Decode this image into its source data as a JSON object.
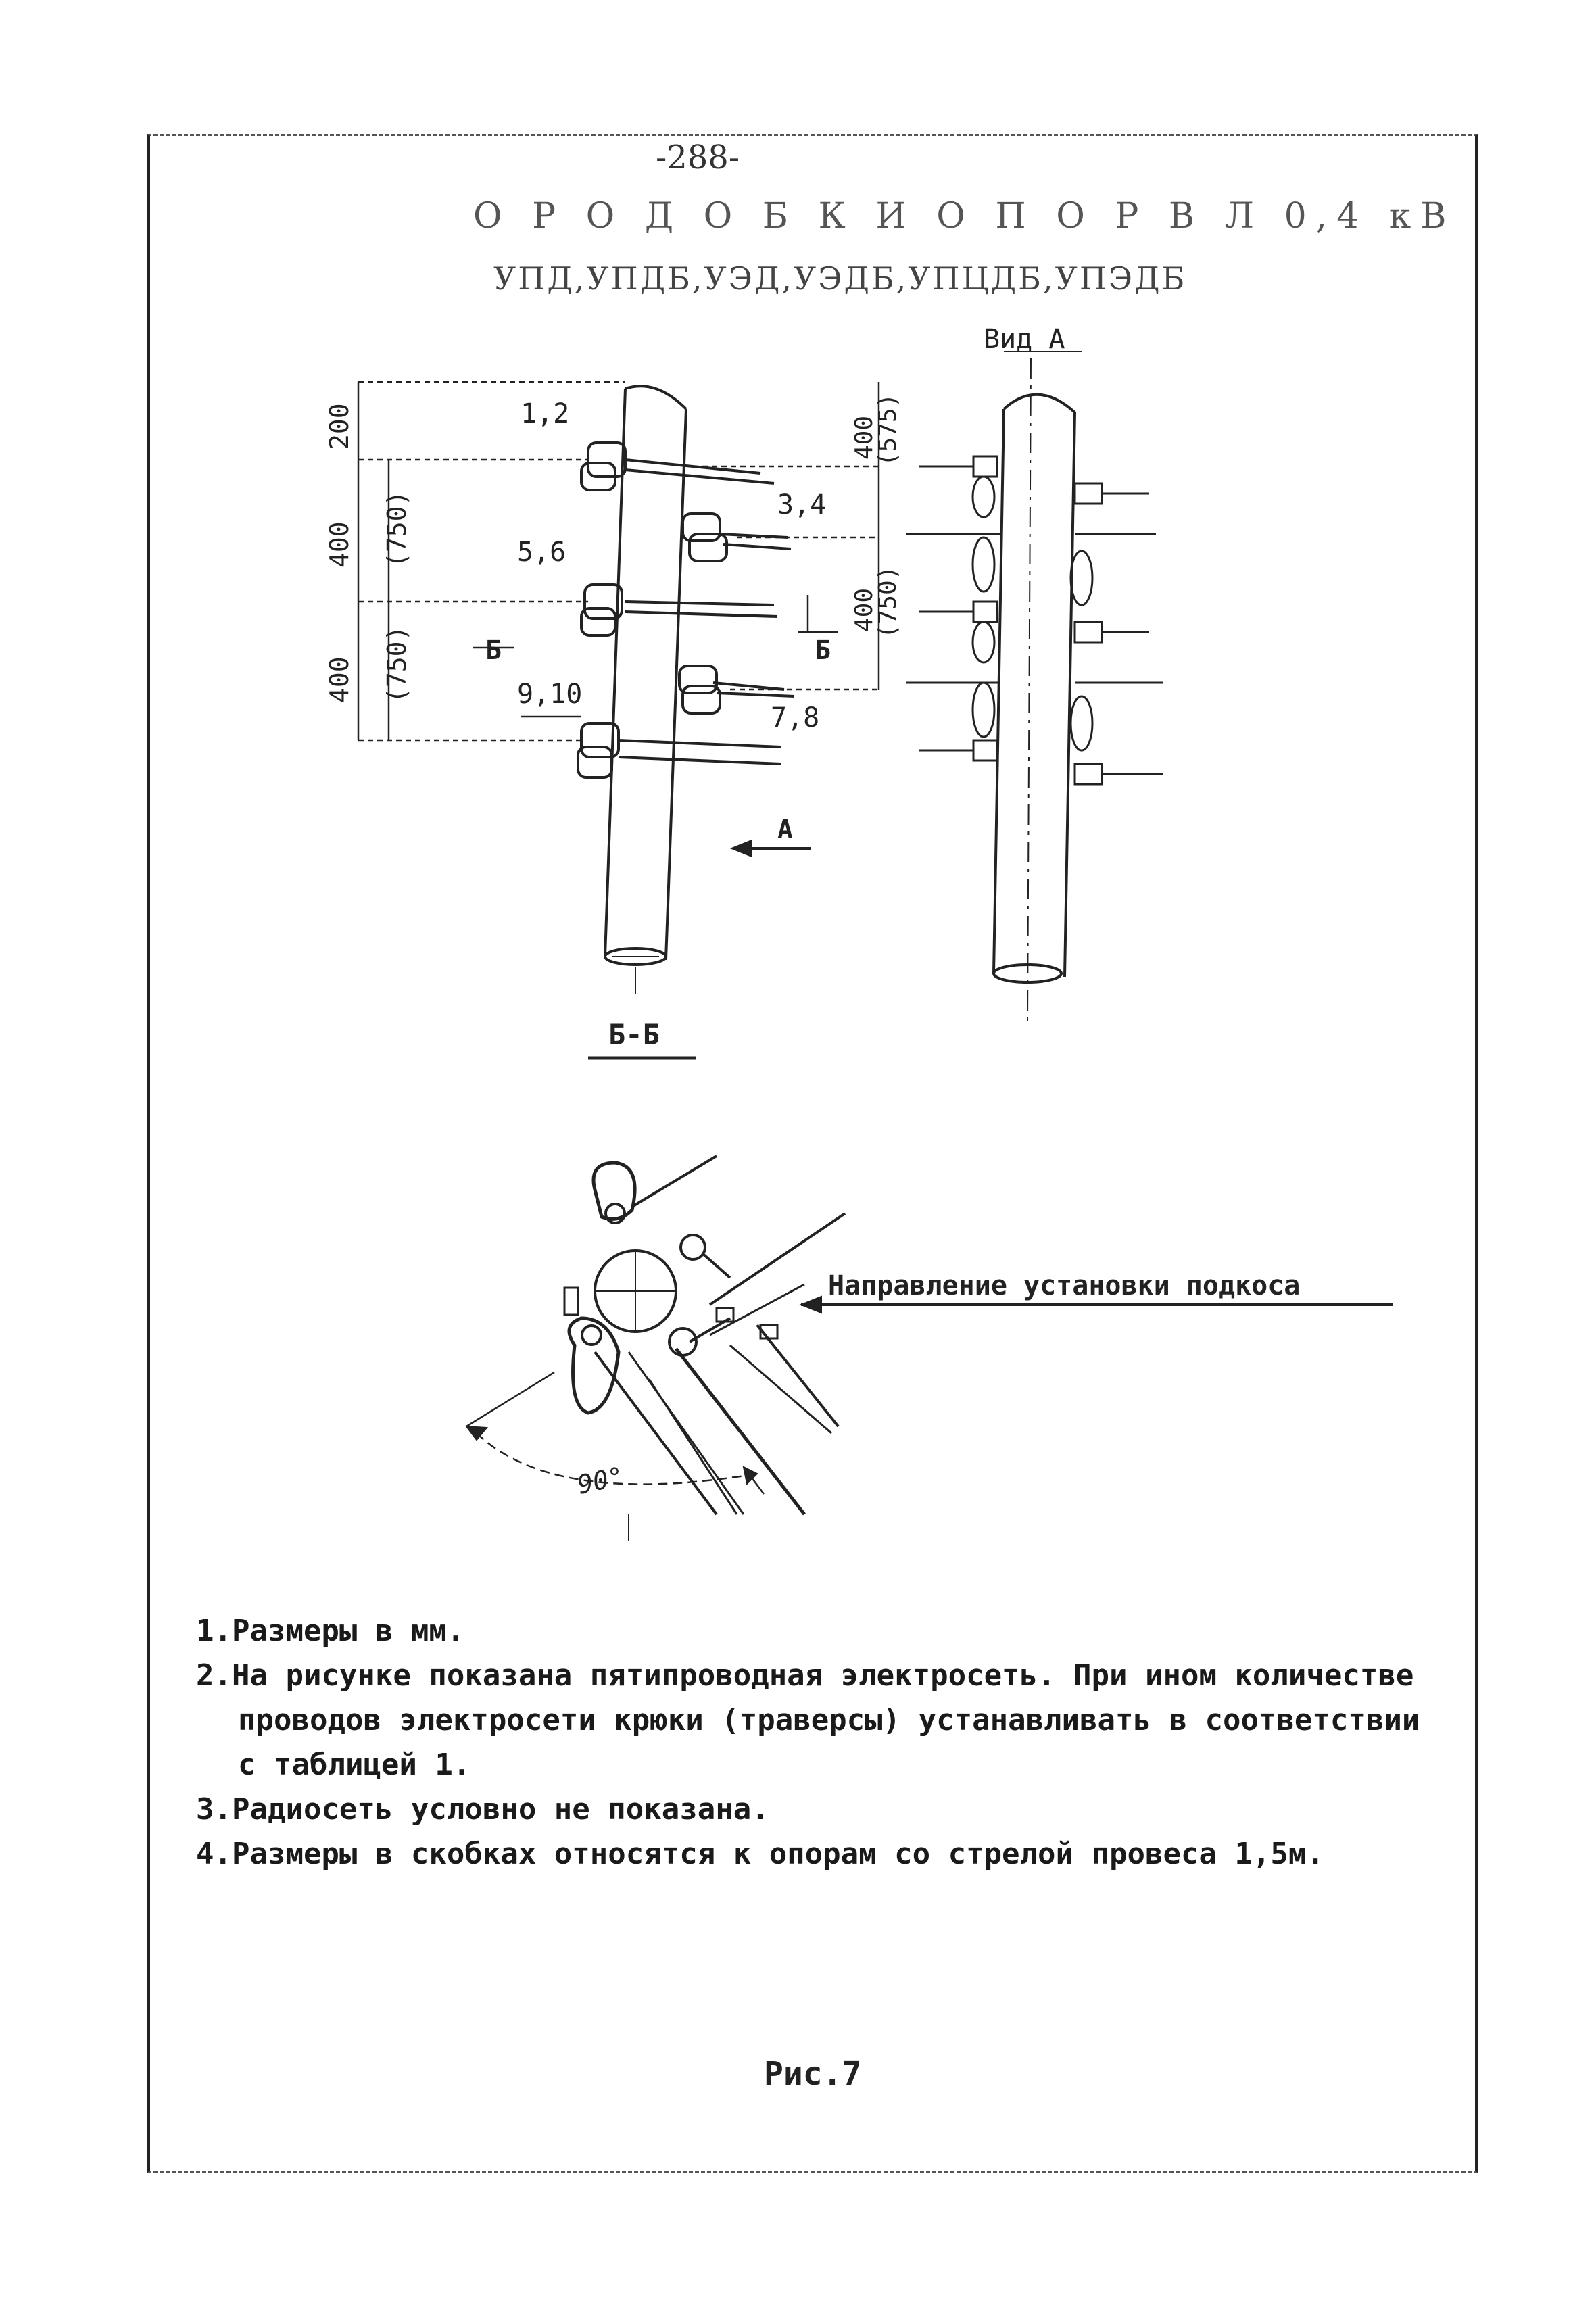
{
  "page": {
    "number": "-288-",
    "title_line1": "О Р О Д О Б К И  О П О Р  В Л 0,4 кВ",
    "title_line2": "УПД,УПДБ,УЭД,УЭДБ,УПЦДБ,УПЭДБ"
  },
  "drawing": {
    "view_a_label": "Вид А",
    "section_label": "Б-Б",
    "direction_label": "Направление установки подкоса",
    "angle_label": "90°",
    "arrow_a_label": "А",
    "section_mark_left": "Б",
    "section_mark_right": "Б",
    "callouts": [
      "1,2",
      "3,4",
      "5,6",
      "7,8",
      "9,10"
    ],
    "dim_left": [
      "200",
      "400",
      "(750)",
      "400",
      "(750)"
    ],
    "dim_right": [
      "400",
      "(575)",
      "400",
      "(750)"
    ]
  },
  "notes": [
    "1.Размеры в мм.",
    "2.На рисунке показана пятипроводная электросеть. При ином количестве",
    "проводов электросети крюки (траверсы) устанавливать в соответствии",
    "с таблицей 1.",
    "3.Радиосеть условно не показана.",
    "4.Размеры в скобках относятся к опорам со стрелой провеса 1,5м."
  ],
  "caption": "Рис.7"
}
